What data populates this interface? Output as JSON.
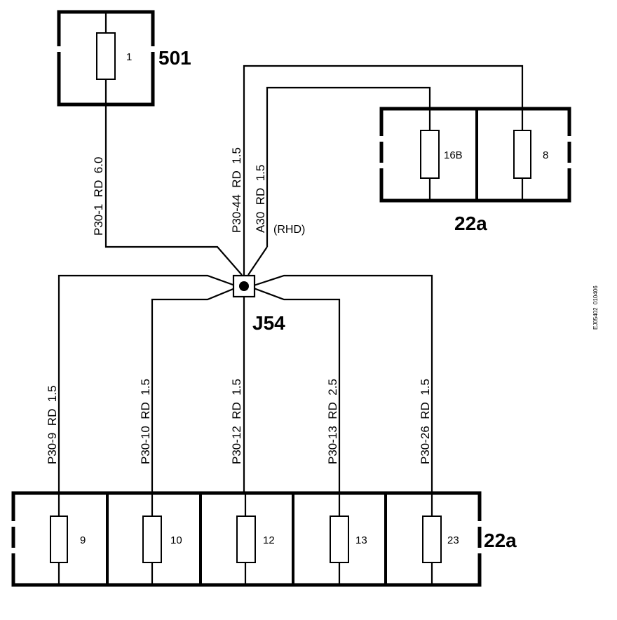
{
  "connectors": {
    "c501": "501",
    "c22a_top": "22a",
    "c22a_bottom": "22a",
    "junction": "J54"
  },
  "fuses": {
    "f1": "1",
    "f16b": "16B",
    "f8": "8",
    "f9": "9",
    "f10": "10",
    "f12": "12",
    "f13": "13",
    "f23": "23"
  },
  "wires": {
    "w_p30_1": "P30-1  RD  6.0",
    "w_p30_44": "P30-44  RD  1.5",
    "w_a30": "A30  RD  1.5",
    "w_p30_9": "P30-9  RD  1.5",
    "w_p30_10": "P30-10  RD  1.5",
    "w_p30_12": "P30-12  RD  1.5",
    "w_p30_13": "P30-13  RD  2.5",
    "w_p30_26": "P30-26  RD  1.5"
  },
  "notes": {
    "rhd": "(RHD)",
    "figure_id": "EJ05402  010406"
  }
}
